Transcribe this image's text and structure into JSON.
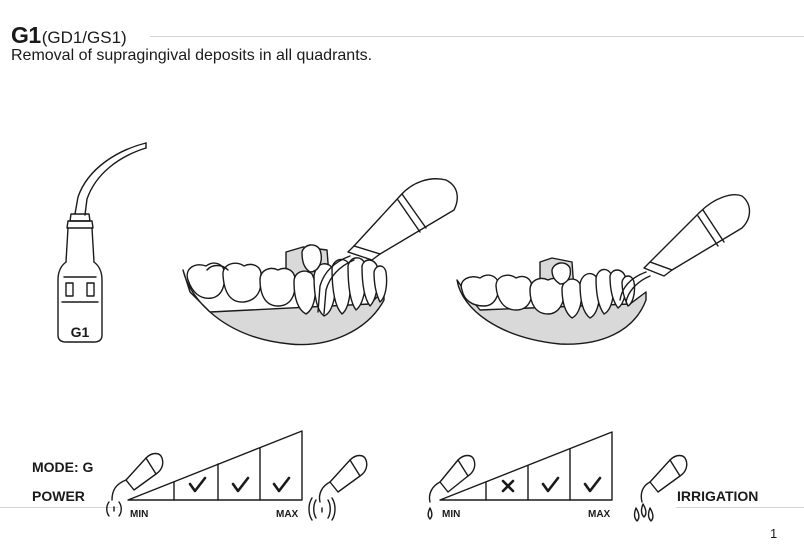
{
  "header": {
    "tip_code": "G1",
    "tip_variants": "(GD1/GS1)",
    "description": "Removal of supragingival deposits in all quadrants."
  },
  "tip_engraving": "G1",
  "settings": {
    "mode_label": "MODE: G",
    "power_label": "POWER",
    "irrigation_label": "IRRIGATION",
    "power": {
      "min_label": "MIN",
      "max_label": "MAX",
      "levels": [
        "check",
        "check",
        "check"
      ]
    },
    "irrigation": {
      "min_label": "MIN",
      "max_label": "MAX",
      "levels": [
        "cross",
        "check",
        "check"
      ]
    }
  },
  "footer": {
    "page_number": "1"
  },
  "colors": {
    "gum": "#d9d9d9",
    "line": "#1a1a1a",
    "rule": "#d4d4d4"
  }
}
